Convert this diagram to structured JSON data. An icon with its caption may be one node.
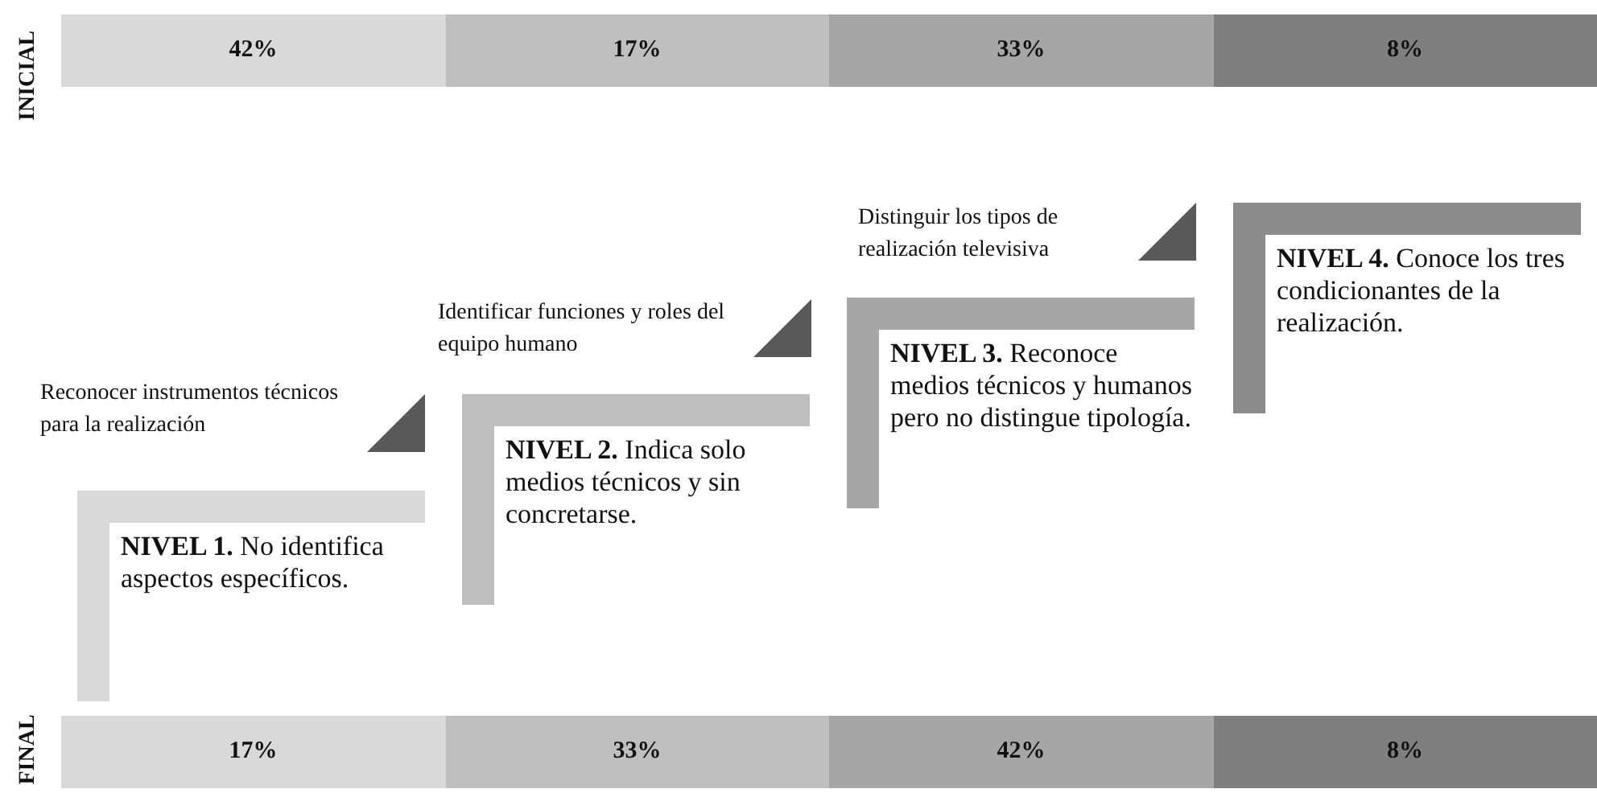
{
  "diagram": {
    "nodes": [
      {
        "text": [
          "42%"
        ]
      },
      {
        "text": [
          "17%"
        ]
      },
      {
        "text": [
          "33%"
        ]
      },
      {
        "text": [
          "8%"
        ]
      },
      {
        "text": [
          "17%"
        ]
      },
      {
        "text": [
          "33%"
        ]
      },
      {
        "text": [
          "42%"
        ]
      },
      {
        "text": [
          "8%"
        ]
      },
      {
        "text": [
          "**NIVEL 1.** No identifica aspectos específicos."
        ]
      },
      {
        "text": [
          "**NIVEL 2.** Indica solo medios técnicos y sin concretarse."
        ]
      },
      {
        "text": [
          "**NIVEL 3.** Reconoce medios técnicos y humanos pero no distingue tipología."
        ]
      },
      {
        "text": [
          "**NIVEL 4.** Conoce los tres condicionantes de la realización."
        ]
      }
    ],
    "labels": [
      "INICIAL",
      "Distinguir los tipos de realización televisiva",
      "Identificar funciones y roles del equipo humano",
      "Reconocer instrumentos técnicos para la realización",
      "FINAL"
    ]
  }
}
